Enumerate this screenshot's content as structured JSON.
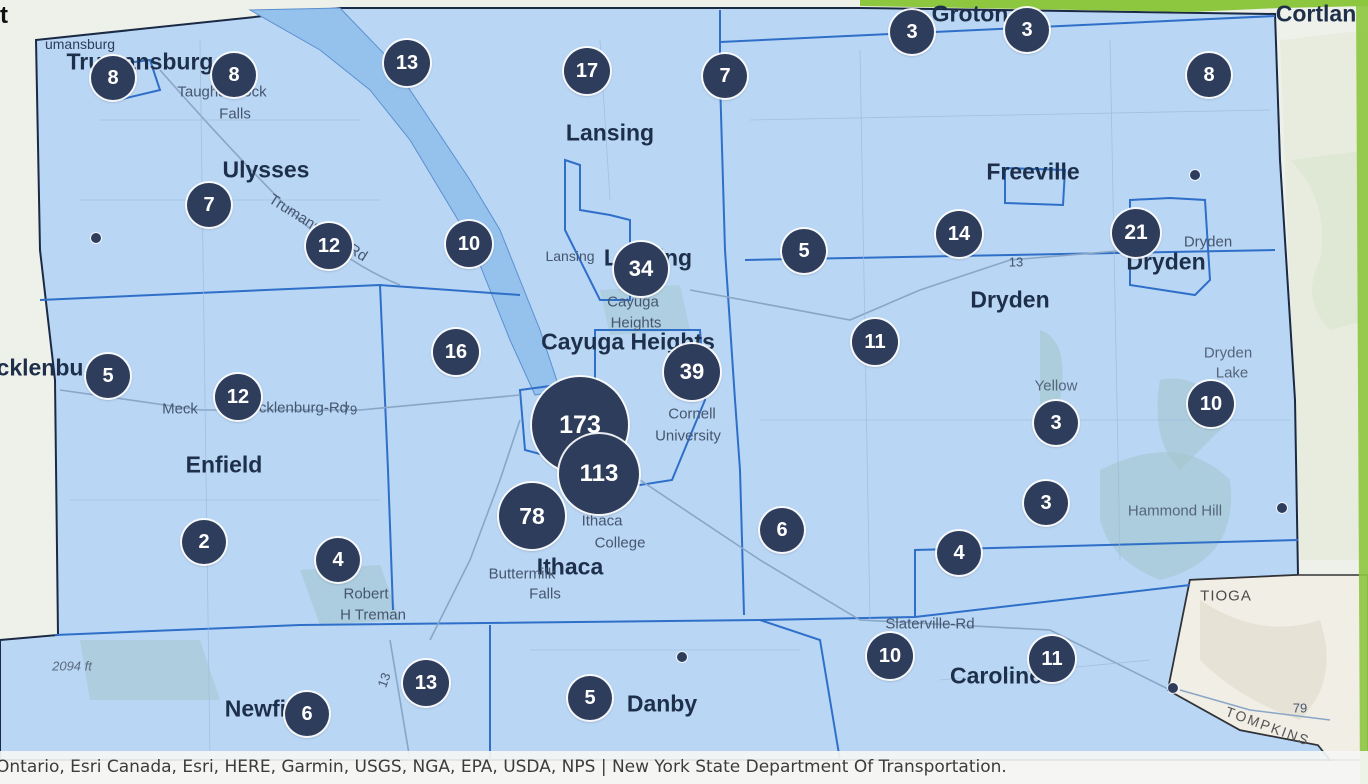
{
  "map": {
    "towns": [
      "Trumansburg",
      "Ulysses",
      "Lansing",
      "Lansing",
      "Groton",
      "Cortlan",
      "Freeville",
      "Dryden",
      "Dryden",
      "Cayuga Heights",
      "Ithaca",
      "Ithaca",
      "Enfield",
      "Danby",
      "Newfield",
      "Caroline",
      "cklenbu",
      "t"
    ],
    "villages": [
      "Taughannock",
      "Falls",
      "Cayuga",
      "Heights",
      "Cornell",
      "University",
      "Ithaca",
      "College",
      "Buttermilk",
      "Falls",
      "Robert",
      "H Treman",
      "Yellow",
      "Dryden",
      "Lake",
      "Hammond Hill",
      "Dryden",
      "Lansing",
      "umansburg"
    ],
    "roads": {
      "trumansburg_rd": "Trumansburg-Rd",
      "mecklenburg_rd": "Mecklenburg-Rd",
      "route_79": "79",
      "route_13": "13",
      "slaterville_rd": "Slaterville-Rd",
      "route_13_south": "13",
      "route_79_east": "79",
      "mecklenburg_prefix": "Meck"
    },
    "elevation": "2094 ft",
    "neighbor_county": "TIOGA",
    "county_name": "TOMPKINS",
    "clusters": [
      {
        "id": "trumansburg-a",
        "count": 8
      },
      {
        "id": "trumansburg-b",
        "count": 8
      },
      {
        "id": "lake-north",
        "count": 13
      },
      {
        "id": "lansing-north",
        "count": 17
      },
      {
        "id": "lansing-east",
        "count": 7
      },
      {
        "id": "groton-west",
        "count": 3
      },
      {
        "id": "groton-east",
        "count": 3
      },
      {
        "id": "cortland-west",
        "count": 8
      },
      {
        "id": "ulysses",
        "count": 7
      },
      {
        "id": "trumansburg-rd",
        "count": 12
      },
      {
        "id": "lake-west",
        "count": 10
      },
      {
        "id": "lansing-village",
        "count": 34
      },
      {
        "id": "lansing-southeast",
        "count": 5
      },
      {
        "id": "freeville-south",
        "count": 14
      },
      {
        "id": "dryden-village",
        "count": 21
      },
      {
        "id": "mecklenburg",
        "count": 5
      },
      {
        "id": "mecklenburg-rd",
        "count": 12
      },
      {
        "id": "west-hill",
        "count": 16
      },
      {
        "id": "cornell",
        "count": 39
      },
      {
        "id": "dryden-southwest",
        "count": 11
      },
      {
        "id": "ithaca-city",
        "count": 173
      },
      {
        "id": "ithaca-south",
        "count": 113
      },
      {
        "id": "yellow-barn",
        "count": 3
      },
      {
        "id": "dryden-lake",
        "count": 10
      },
      {
        "id": "ithaca-college",
        "count": 78
      },
      {
        "id": "enfield-south",
        "count": 2
      },
      {
        "id": "treman",
        "count": 4
      },
      {
        "id": "east-ithaca",
        "count": 6
      },
      {
        "id": "hammond-hill",
        "count": 3
      },
      {
        "id": "slaterville",
        "count": 4
      },
      {
        "id": "caroline-west",
        "count": 10
      },
      {
        "id": "caroline",
        "count": 11
      },
      {
        "id": "route-13-south",
        "count": 13
      },
      {
        "id": "newfield",
        "count": 6
      },
      {
        "id": "danby",
        "count": 5
      }
    ],
    "attribution": "Ontario, Esri Canada, Esri, HERE, Garmin, USGS, NGA, EPA, USDA, NPS | New York State Department Of Transportation."
  },
  "colors": {
    "county_fill": "#b9d6f5",
    "lake": "#94c2ec",
    "boundary": "#2f6fc8",
    "cluster": "#2f3d5c",
    "accent_green": "#8dc63f"
  }
}
